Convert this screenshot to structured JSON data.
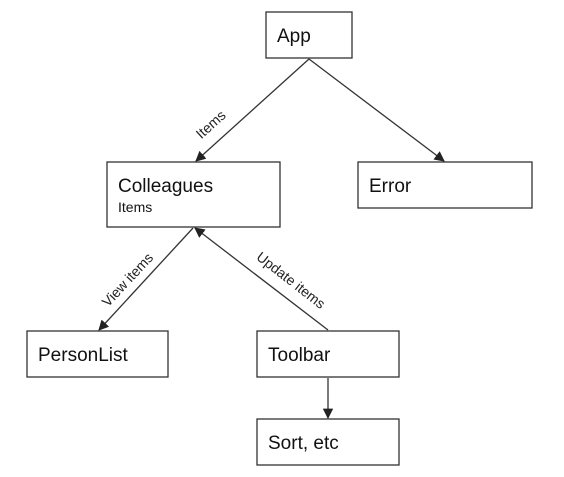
{
  "nodes": {
    "app": {
      "title": "App"
    },
    "error": {
      "title": "Error"
    },
    "colleagues": {
      "title": "Colleagues",
      "subtitle": "Items"
    },
    "personlist": {
      "title": "PersonList"
    },
    "toolbar": {
      "title": "Toolbar"
    },
    "sort": {
      "title": "Sort, etc"
    }
  },
  "edges": {
    "app_to_colleagues": {
      "label": "Items"
    },
    "colleagues_to_personlist": {
      "label": "View items"
    },
    "toolbar_to_colleagues": {
      "label": "Update items"
    }
  }
}
